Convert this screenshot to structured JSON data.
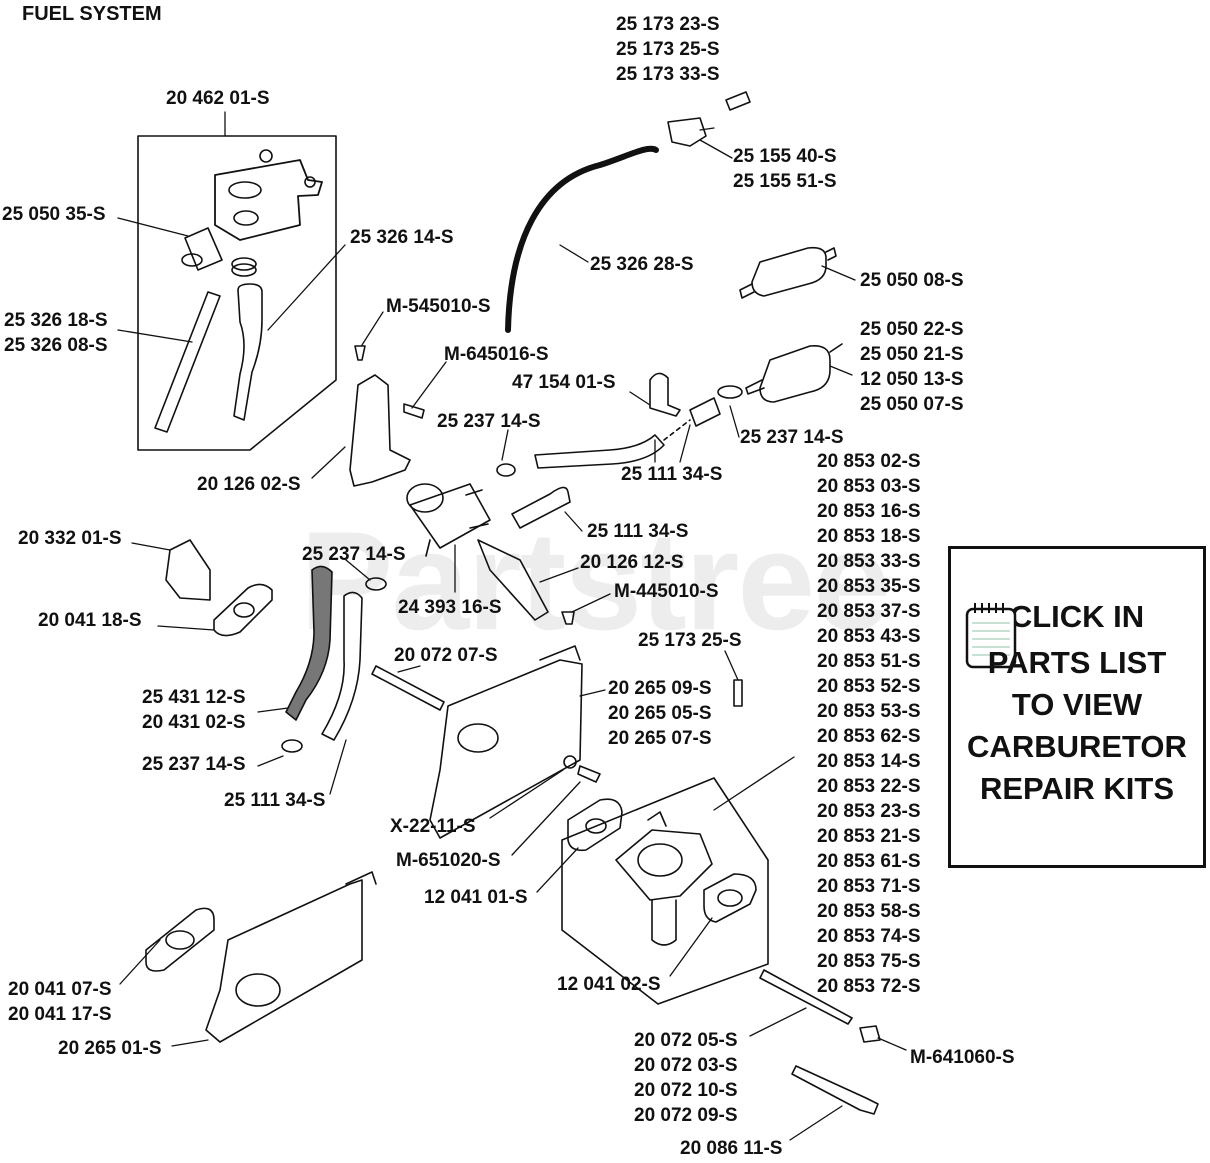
{
  "title": "FUEL SYSTEM",
  "watermark": "Partstree",
  "parts": [
    {
      "id": "p1",
      "lines": [
        "25 173 23-S",
        "25 173 25-S",
        "25 173 33-S"
      ]
    },
    {
      "id": "p2",
      "lines": [
        "20 462 01-S"
      ]
    },
    {
      "id": "p3",
      "lines": [
        "25 155 40-S",
        "25 155 51-S"
      ]
    },
    {
      "id": "p4",
      "lines": [
        "25 050 35-S"
      ]
    },
    {
      "id": "p5",
      "lines": [
        "25 326 14-S"
      ]
    },
    {
      "id": "p6",
      "lines": [
        "25 326 28-S"
      ]
    },
    {
      "id": "p7",
      "lines": [
        "25 050 08-S"
      ]
    },
    {
      "id": "p8",
      "lines": [
        "M-545010-S"
      ]
    },
    {
      "id": "p9",
      "lines": [
        "25 326 18-S",
        "25 326 08-S"
      ]
    },
    {
      "id": "p10",
      "lines": [
        "M-645016-S"
      ]
    },
    {
      "id": "p11",
      "lines": [
        "25 050 22-S",
        "25 050 21-S",
        "12 050 13-S",
        "25 050 07-S"
      ]
    },
    {
      "id": "p12",
      "lines": [
        "47 154 01-S"
      ]
    },
    {
      "id": "p13",
      "lines": [
        "25 237 14-S"
      ]
    },
    {
      "id": "p14",
      "lines": [
        "25 237 14-S"
      ]
    },
    {
      "id": "p15",
      "lines": [
        "20 126 02-S"
      ]
    },
    {
      "id": "p16",
      "lines": [
        "25 111 34-S"
      ]
    },
    {
      "id": "p17",
      "lines": [
        "25 111 34-S"
      ]
    },
    {
      "id": "p18",
      "lines": [
        "20 332 01-S"
      ]
    },
    {
      "id": "p19",
      "lines": [
        "25 237 14-S"
      ]
    },
    {
      "id": "p20",
      "lines": [
        "20 126 12-S"
      ]
    },
    {
      "id": "p21",
      "lines": [
        "M-445010-S"
      ]
    },
    {
      "id": "p22",
      "lines": [
        "24 393 16-S"
      ]
    },
    {
      "id": "p23",
      "lines": [
        "20 041 18-S"
      ]
    },
    {
      "id": "p24",
      "lines": [
        "25 173 25-S"
      ]
    },
    {
      "id": "p25",
      "lines": [
        "20 072 07-S"
      ]
    },
    {
      "id": "p26",
      "lines": [
        "20 265 09-S",
        "20 265 05-S",
        "20 265 07-S"
      ]
    },
    {
      "id": "p27",
      "lines": [
        "25 431 12-S",
        "20 431 02-S"
      ]
    },
    {
      "id": "p28",
      "lines": [
        "25 237 14-S"
      ]
    },
    {
      "id": "p29",
      "lines": [
        "25 111 34-S"
      ]
    },
    {
      "id": "p30",
      "lines": [
        "X-22-11-S"
      ]
    },
    {
      "id": "p31",
      "lines": [
        "M-651020-S"
      ]
    },
    {
      "id": "p32",
      "lines": [
        "12 041 01-S"
      ]
    },
    {
      "id": "p33",
      "lines": [
        "12 041 02-S"
      ]
    },
    {
      "id": "p34",
      "lines": [
        "20 041 07-S",
        "20 041 17-S"
      ]
    },
    {
      "id": "p35",
      "lines": [
        "20 265 01-S"
      ]
    },
    {
      "id": "p36",
      "lines": [
        "20 072 05-S",
        "20 072 03-S",
        "20 072 10-S",
        "20 072 09-S"
      ]
    },
    {
      "id": "p37",
      "lines": [
        "M-641060-S"
      ]
    },
    {
      "id": "p38",
      "lines": [
        "20 086 11-S"
      ]
    },
    {
      "id": "p39",
      "lines": [
        "20 853 02-S",
        "20 853 03-S",
        "20 853 16-S",
        "20 853 18-S",
        "20 853 33-S",
        "20 853 35-S",
        "20 853 37-S",
        "20 853 43-S",
        "20 853 51-S",
        "20 853 52-S",
        "20 853 53-S",
        "20 853 62-S",
        "20 853 14-S",
        "20 853 22-S",
        "20 853 23-S",
        "20 853 21-S",
        "20 853 61-S",
        "20 853 71-S",
        "20 853 58-S",
        "20 853 74-S",
        "20 853 75-S",
        "20 853 72-S"
      ]
    }
  ],
  "cta": {
    "click": "CLICK",
    "in": "IN",
    "line2": "PARTS LIST",
    "line3": "TO VIEW",
    "line4": "CARBURETOR",
    "line5": "REPAIR KITS",
    "icon": "notebook-icon"
  }
}
